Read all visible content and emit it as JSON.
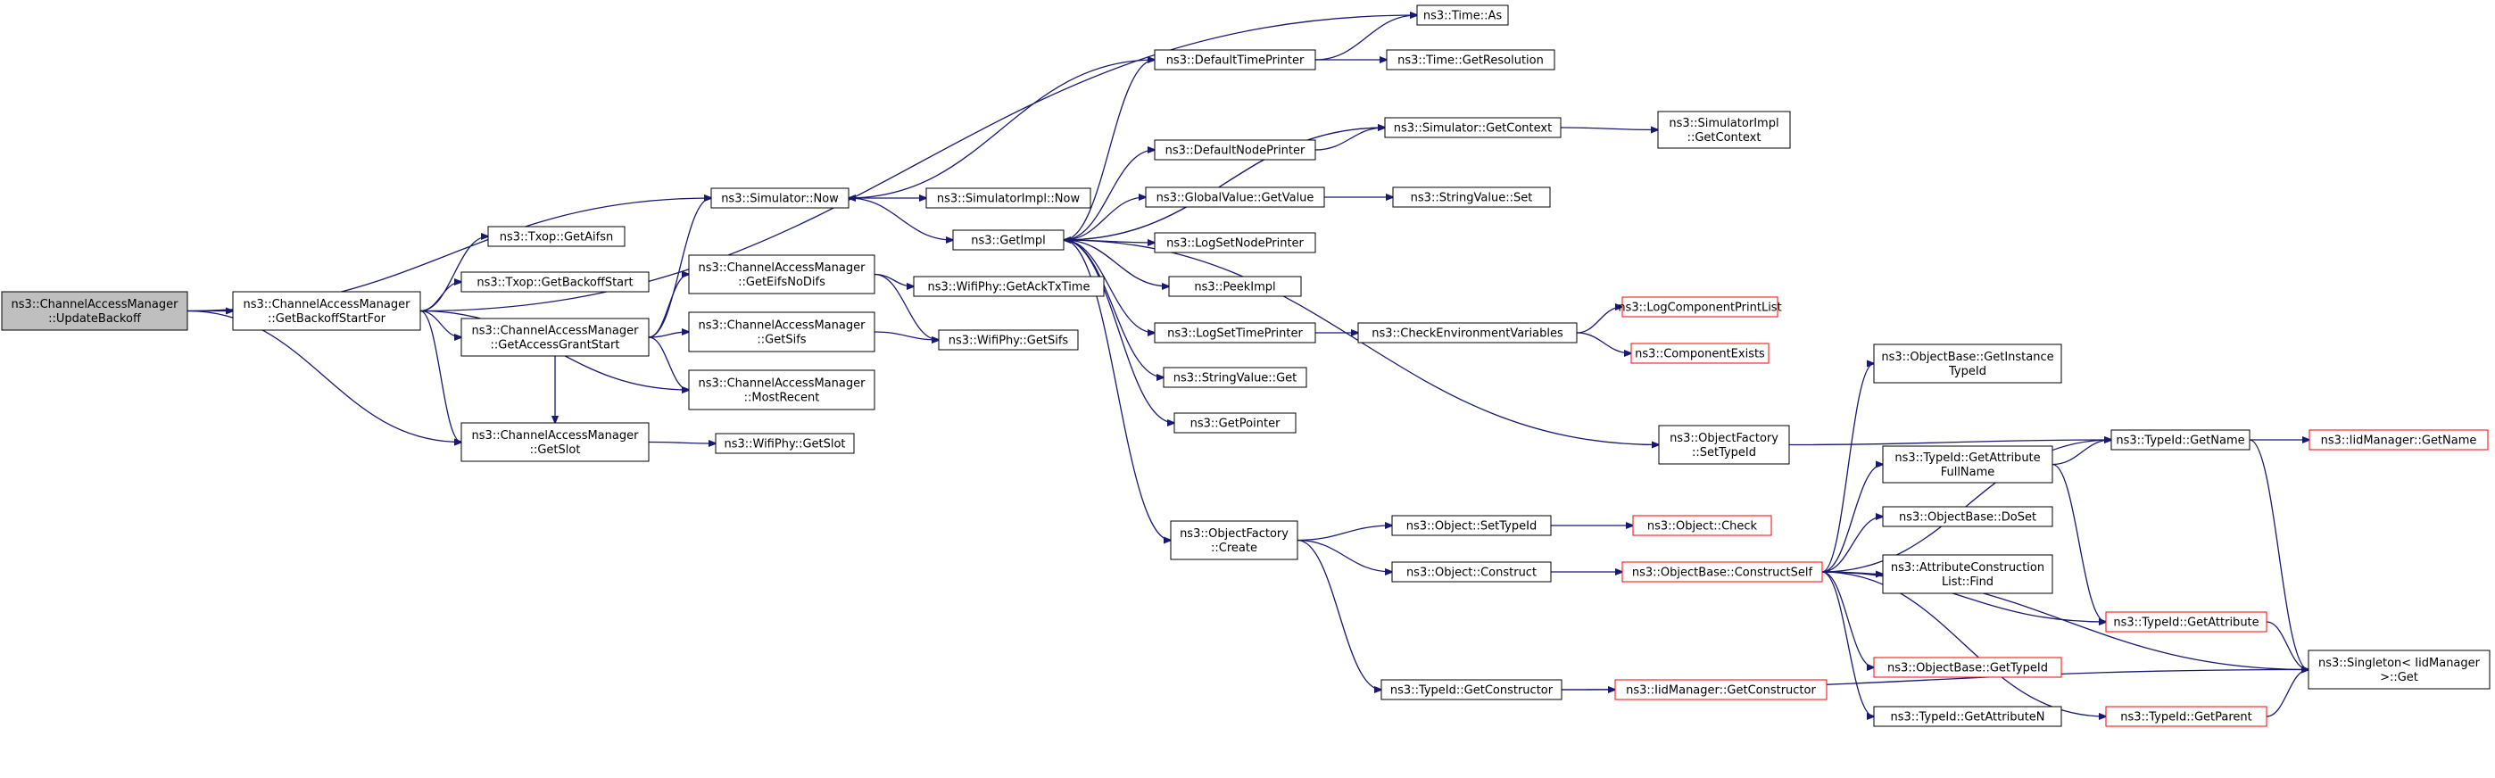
{
  "diagram": {
    "nodes": [
      {
        "id": "root",
        "lines": [
          "ns3::ChannelAccessManager",
          "::UpdateBackoff"
        ],
        "root": true
      },
      {
        "id": "gbsf",
        "lines": [
          "ns3::ChannelAccessManager",
          "::GetBackoffStartFor"
        ]
      },
      {
        "id": "sim_now",
        "lines": [
          "ns3::Simulator::Now"
        ]
      },
      {
        "id": "time_as",
        "lines": [
          "ns3::Time::As"
        ]
      },
      {
        "id": "getslot",
        "lines": [
          "ns3::ChannelAccessManager",
          "::GetSlot"
        ]
      },
      {
        "id": "aifsn",
        "lines": [
          "ns3::Txop::GetAifsn"
        ]
      },
      {
        "id": "backoffstart",
        "lines": [
          "ns3::Txop::GetBackoffStart"
        ]
      },
      {
        "id": "gags",
        "lines": [
          "ns3::ChannelAccessManager",
          "::GetAccessGrantStart"
        ]
      },
      {
        "id": "mostrecent",
        "lines": [
          "ns3::ChannelAccessManager",
          "::MostRecent"
        ]
      },
      {
        "id": "eifsnodifs",
        "lines": [
          "ns3::ChannelAccessManager",
          "::GetEifsNoDifs"
        ]
      },
      {
        "id": "getsifs_cam",
        "lines": [
          "ns3::ChannelAccessManager",
          "::GetSifs"
        ]
      },
      {
        "id": "ackTx",
        "lines": [
          "ns3::WifiPhy::GetAckTxTime"
        ]
      },
      {
        "id": "phy_sifs",
        "lines": [
          "ns3::WifiPhy::GetSifs"
        ]
      },
      {
        "id": "phy_slot",
        "lines": [
          "ns3::WifiPhy::GetSlot"
        ]
      },
      {
        "id": "simimpl_now",
        "lines": [
          "ns3::SimulatorImpl::Now"
        ]
      },
      {
        "id": "getimpl",
        "lines": [
          "ns3::GetImpl"
        ]
      },
      {
        "id": "dtp",
        "lines": [
          "ns3::DefaultTimePrinter"
        ]
      },
      {
        "id": "getres",
        "lines": [
          "ns3::Time::GetResolution"
        ]
      },
      {
        "id": "dnp",
        "lines": [
          "ns3::DefaultNodePrinter"
        ]
      },
      {
        "id": "getctx",
        "lines": [
          "ns3::Simulator::GetContext"
        ]
      },
      {
        "id": "simimpl_ctx",
        "lines": [
          "ns3::SimulatorImpl",
          "::GetContext"
        ]
      },
      {
        "id": "gv_getvalue",
        "lines": [
          "ns3::GlobalValue::GetValue"
        ]
      },
      {
        "id": "strval_set",
        "lines": [
          "ns3::StringValue::Set"
        ]
      },
      {
        "id": "lsnp",
        "lines": [
          "ns3::LogSetNodePrinter"
        ]
      },
      {
        "id": "peekimpl",
        "lines": [
          "ns3::PeekImpl"
        ]
      },
      {
        "id": "lstp",
        "lines": [
          "ns3::LogSetTimePrinter"
        ]
      },
      {
        "id": "checkenv",
        "lines": [
          "ns3::CheckEnvironmentVariables"
        ]
      },
      {
        "id": "logcpl",
        "lines": [
          "ns3::LogComponentPrintList"
        ],
        "truncated": true
      },
      {
        "id": "compexists",
        "lines": [
          "ns3::ComponentExists"
        ],
        "truncated": true
      },
      {
        "id": "strval_get",
        "lines": [
          "ns3::StringValue::Get"
        ]
      },
      {
        "id": "getpointer",
        "lines": [
          "ns3::GetPointer"
        ]
      },
      {
        "id": "of_settypeid",
        "lines": [
          "ns3::ObjectFactory",
          "::SetTypeId"
        ]
      },
      {
        "id": "of_create",
        "lines": [
          "ns3::ObjectFactory",
          "::Create"
        ]
      },
      {
        "id": "obj_settypeid",
        "lines": [
          "ns3::Object::SetTypeId"
        ]
      },
      {
        "id": "obj_check",
        "lines": [
          "ns3::Object::Check"
        ],
        "truncated": true
      },
      {
        "id": "obj_construct",
        "lines": [
          "ns3::Object::Construct"
        ]
      },
      {
        "id": "ob_constructself",
        "lines": [
          "ns3::ObjectBase::ConstructSelf"
        ],
        "truncated": true
      },
      {
        "id": "ob_getinstance",
        "lines": [
          "ns3::ObjectBase::GetInstance",
          "TypeId"
        ]
      },
      {
        "id": "tid_getattrfull",
        "lines": [
          "ns3::TypeId::GetAttribute",
          "FullName"
        ]
      },
      {
        "id": "tid_getname",
        "lines": [
          "ns3::TypeId::GetName"
        ]
      },
      {
        "id": "iid_getname",
        "lines": [
          "ns3::IidManager::GetName"
        ],
        "truncated": true
      },
      {
        "id": "ob_doset",
        "lines": [
          "ns3::ObjectBase::DoSet"
        ]
      },
      {
        "id": "acl_find",
        "lines": [
          "ns3::AttributeConstruction",
          "List::Find"
        ]
      },
      {
        "id": "tid_getattr",
        "lines": [
          "ns3::TypeId::GetAttribute"
        ],
        "truncated": true
      },
      {
        "id": "ob_gettypeid",
        "lines": [
          "ns3::ObjectBase::GetTypeId"
        ],
        "truncated": true
      },
      {
        "id": "singleton",
        "lines": [
          "ns3::Singleton< IidManager",
          " >::Get"
        ]
      },
      {
        "id": "tid_getctor",
        "lines": [
          "ns3::TypeId::GetConstructor"
        ]
      },
      {
        "id": "iid_getctor",
        "lines": [
          "ns3::IidManager::GetConstructor"
        ],
        "truncated": true
      },
      {
        "id": "tid_getattrn",
        "lines": [
          "ns3::TypeId::GetAttributeN"
        ]
      },
      {
        "id": "tid_getparent",
        "lines": [
          "ns3::TypeId::GetParent"
        ],
        "truncated": true
      }
    ],
    "edges": [
      [
        "root",
        "gbsf"
      ],
      [
        "root",
        "sim_now"
      ],
      [
        "root",
        "getslot"
      ],
      [
        "gbsf",
        "time_as"
      ],
      [
        "gbsf",
        "aifsn"
      ],
      [
        "gbsf",
        "backoffstart"
      ],
      [
        "gbsf",
        "gags"
      ],
      [
        "gbsf",
        "getslot"
      ],
      [
        "gbsf",
        "mostrecent"
      ],
      [
        "gags",
        "sim_now"
      ],
      [
        "gags",
        "eifsnodifs"
      ],
      [
        "gags",
        "getsifs_cam"
      ],
      [
        "gags",
        "mostrecent"
      ],
      [
        "gags",
        "getslot"
      ],
      [
        "eifsnodifs",
        "ackTx"
      ],
      [
        "eifsnodifs",
        "phy_sifs"
      ],
      [
        "getsifs_cam",
        "phy_sifs"
      ],
      [
        "getslot",
        "phy_slot"
      ],
      [
        "sim_now",
        "simimpl_now"
      ],
      [
        "sim_now",
        "getimpl"
      ],
      [
        "dtp",
        "sim_now"
      ],
      [
        "dtp",
        "time_as"
      ],
      [
        "dtp",
        "getres"
      ],
      [
        "getimpl",
        "dtp"
      ],
      [
        "getimpl",
        "dnp"
      ],
      [
        "getimpl",
        "getctx"
      ],
      [
        "getimpl",
        "gv_getvalue"
      ],
      [
        "getimpl",
        "lsnp"
      ],
      [
        "getimpl",
        "peekimpl"
      ],
      [
        "getimpl",
        "lstp"
      ],
      [
        "getimpl",
        "strval_get"
      ],
      [
        "getimpl",
        "getpointer"
      ],
      [
        "getimpl",
        "of_settypeid"
      ],
      [
        "getimpl",
        "of_create"
      ],
      [
        "getctx",
        "getimpl"
      ],
      [
        "dnp",
        "getctx"
      ],
      [
        "getctx",
        "simimpl_ctx"
      ],
      [
        "gv_getvalue",
        "strval_set"
      ],
      [
        "lstp",
        "checkenv"
      ],
      [
        "checkenv",
        "logcpl"
      ],
      [
        "checkenv",
        "compexists"
      ],
      [
        "of_settypeid",
        "tid_getname"
      ],
      [
        "of_create",
        "obj_settypeid"
      ],
      [
        "of_create",
        "obj_construct"
      ],
      [
        "of_create",
        "tid_getctor"
      ],
      [
        "obj_settypeid",
        "obj_check"
      ],
      [
        "obj_construct",
        "ob_constructself"
      ],
      [
        "ob_constructself",
        "ob_getinstance"
      ],
      [
        "ob_constructself",
        "tid_getattrfull"
      ],
      [
        "ob_constructself",
        "tid_getname"
      ],
      [
        "ob_constructself",
        "ob_doset"
      ],
      [
        "ob_constructself",
        "acl_find"
      ],
      [
        "ob_constructself",
        "tid_getattr"
      ],
      [
        "ob_constructself",
        "ob_gettypeid"
      ],
      [
        "ob_constructself",
        "tid_getattrn"
      ],
      [
        "ob_constructself",
        "tid_getparent"
      ],
      [
        "ob_constructself",
        "singleton"
      ],
      [
        "tid_getattrfull",
        "tid_getname"
      ],
      [
        "tid_getattrfull",
        "tid_getattr"
      ],
      [
        "tid_getname",
        "iid_getname"
      ],
      [
        "tid_getname",
        "singleton"
      ],
      [
        "tid_getattr",
        "singleton"
      ],
      [
        "tid_getparent",
        "singleton"
      ],
      [
        "tid_getctor",
        "iid_getctor"
      ],
      [
        "tid_getctor",
        "singleton"
      ]
    ]
  }
}
